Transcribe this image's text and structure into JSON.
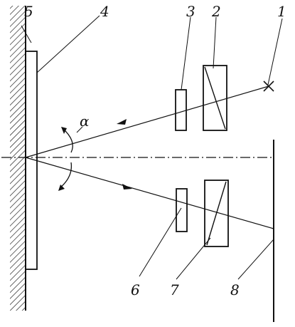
{
  "labels": {
    "n1": "1",
    "n2": "2",
    "n3": "3",
    "n4": "4",
    "n5": "5",
    "n6": "6",
    "n7": "7",
    "n8": "8",
    "angle": "α"
  },
  "colors": {
    "line": "#111111",
    "background": "#ffffff"
  }
}
